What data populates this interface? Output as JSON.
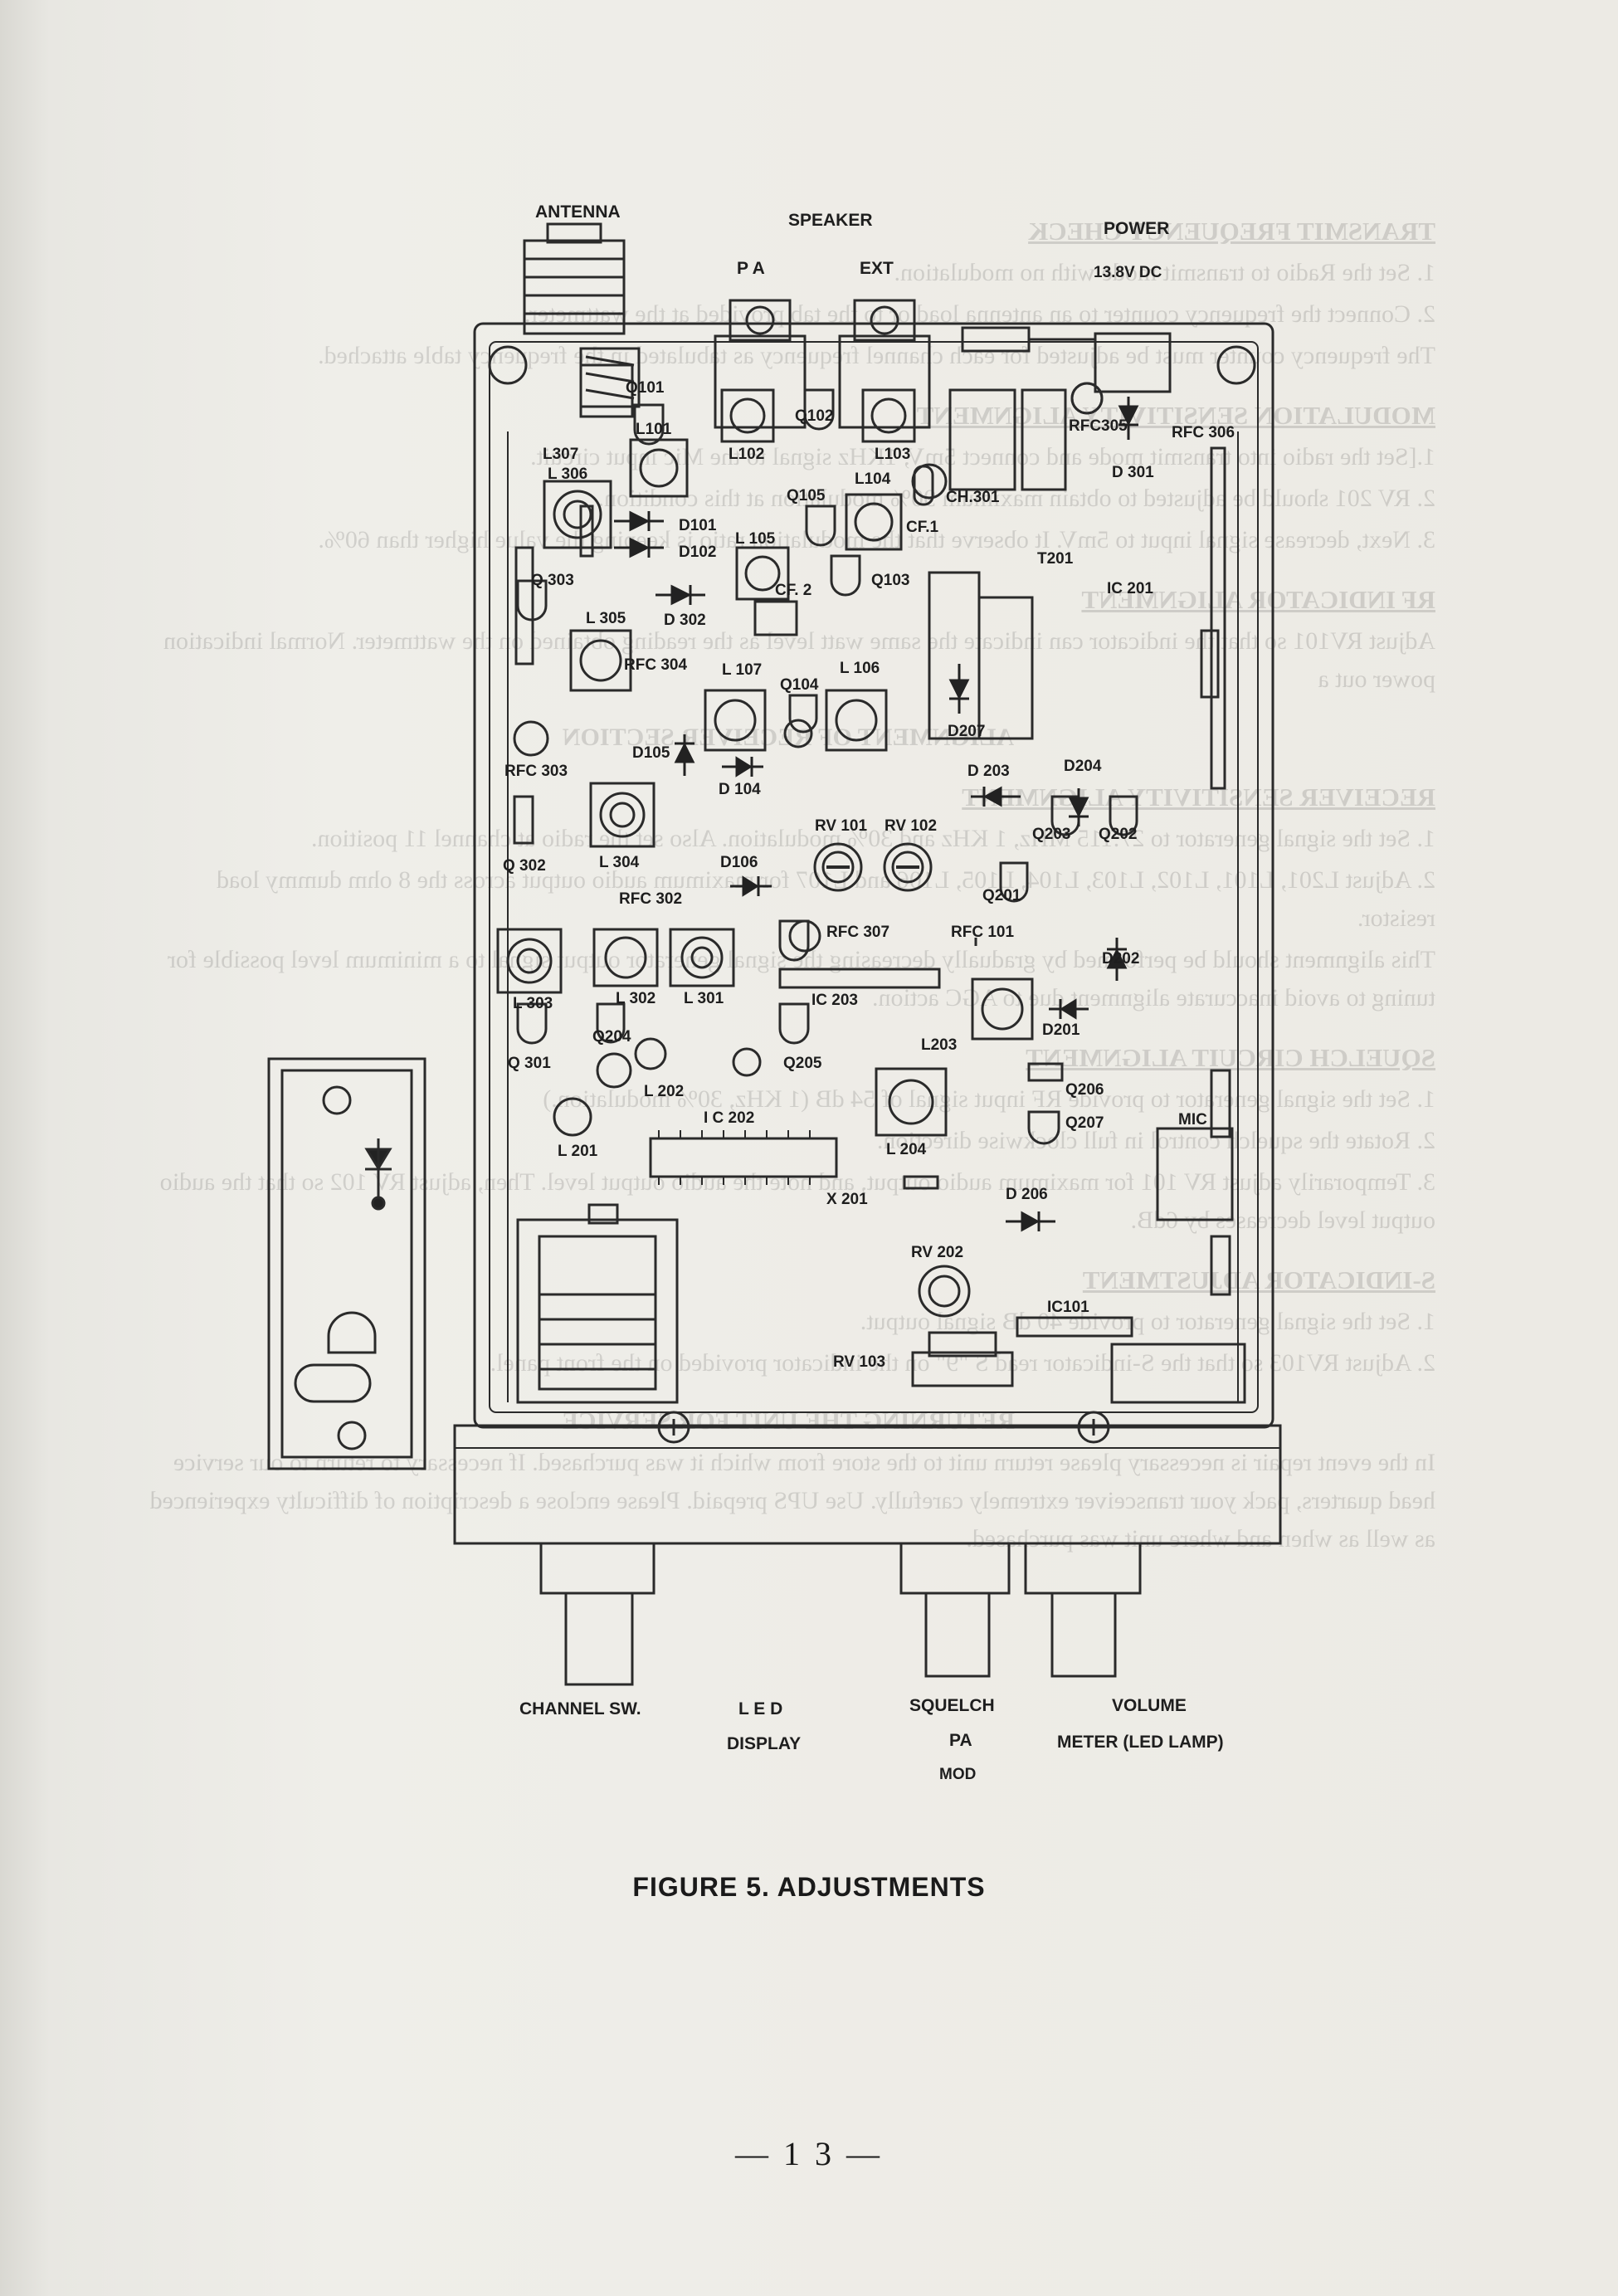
{
  "figure": {
    "caption": "FIGURE 5. ADJUSTMENTS",
    "page_number": "— 1 3 —"
  },
  "top_labels": {
    "antenna": "ANTENNA",
    "speaker": "SPEAKER",
    "pa": "P A",
    "ext": "EXT",
    "power": "POWER",
    "dc": "13.8V DC"
  },
  "bottom_labels": {
    "channel_sw": "CHANNEL SW.",
    "led": "L E D",
    "display": "DISPLAY",
    "squelch": "SQUELCH",
    "pa": "PA",
    "mod": "MOD",
    "volume": "VOLUME",
    "meter": "METER (LED LAMP)"
  },
  "components": {
    "L307": "L307",
    "Q101": "Q101",
    "L101": "L101",
    "L102": "L102",
    "Q102": "Q102",
    "L103": "L103",
    "RFC305": "RFC305",
    "RFC306": "RFC 306",
    "D301": "D 301",
    "CH301": "CH.301",
    "L306": "L 306",
    "Q105": "Q105",
    "L104": "L104",
    "CF1": "CF.1",
    "D101": "D101",
    "D102": "D102",
    "L105": "L 105",
    "T201": "T201",
    "Q303": "Q 303",
    "CF2": "CF. 2",
    "Q103": "Q103",
    "D302": "D 302",
    "IC201": "IC  201",
    "L305": "L 305",
    "L107": "L 107",
    "L106": "L 106",
    "Q104": "Q104",
    "RFC304": "RFC 304",
    "D207": "D207",
    "RFC303": "RFC 303",
    "D105": "D105",
    "D104": "D 104",
    "D203": "D 203",
    "D204": "D204",
    "Q203": "Q203",
    "Q202": "Q202",
    "RV101": "RV 101",
    "RV102": "RV 102",
    "L304": "L 304",
    "Q302": "Q 302",
    "D106": "D106",
    "RFC302": "RFC 302",
    "Q201": "Q201",
    "RFC307": "RFC 307",
    "RFC101": "RFC 101",
    "D202": "D202",
    "L303": "L 303",
    "L302": "L 302",
    "L301": "L 301",
    "IC203": "IC 203",
    "Q204": "Q204",
    "Q301": "Q 301",
    "L203": "L203",
    "D201": "D201",
    "Q205": "Q205",
    "L202": "L 202",
    "Q206": "Q206",
    "Q207": "Q207",
    "MIC": "MIC",
    "IC202": "I C  202",
    "L201": "L 201",
    "L204": "L 204",
    "X201": "X 201",
    "D206": "D 206",
    "RV202": "RV 202",
    "IC101": "IC101",
    "RV103": "RV 103"
  },
  "ghost_text": {
    "h1": "TRANSMIT FREQUENCY CHECK",
    "p1": "1. Set the Radio to transmit mode with no modulation.",
    "p2": "2. Connect the frequency counter to an antenna load or to the tab provided at the wattmeter.",
    "p3": "The frequency counter must be adjusted for each channel frequency as tabulated in the frequency table attached.",
    "h2": "MODULATION SENSITIVITY ALIGNMENT",
    "p4": "1.[Set the radio into transmit mode and connect 5mV, 1KHz signal to the Mic input circuit.",
    "p5": "2. RV 201 should be adjusted to obtain maximum 90% modulation at this condition.",
    "p6": "3. Next, decrease signal input to 5mV. It observe that the modulation ratio is keeping the value higher than 60%.",
    "h3": "RF INDICATOR ALIGNMENT",
    "p7": "Adjust RV101 so that the indicator can indicate the same watt level as the reading obtained on the wattmeter. Normal indication power out a",
    "h4": "ALIGNMENT OF RECEIVER SECTION",
    "h5": "RECEIVER SENSITIVITY ALIGNMENT",
    "p8": "1. Set the signal generator to 27.115 MHz, 1 KHz and 30% modulation. Also set the radio at channel 11 position.",
    "p9": "2. Adjust L201, L101, L102, L103, L104, L105, L106 and L107 for maximum audio output across the 8 ohm dummy load resistor.",
    "p10": "This alignment should be performed by gradually decreasing the signal generator output signal to a minimum level possible for tuning to avoid inaccurate alignment due to AGC action.",
    "h6": "SQUELCH CIRCUIT ALIGNMENT",
    "p11": "1. Set the signal generator to provide RF input signal of 54 dB (1 KHz, 30% modulation.)",
    "p12": "2. Rotate the squelch control in full clockwise direction.",
    "p13": "3. Temporarily adjust RV 101 for maximum audio output, and note the audio output level. Then, adjust RV 102 so that the audio output level decreases by 6dB.",
    "h7": "S-INDICATOR ADJUSTMENT",
    "p14": "1. Set the signal generator to provide 40 dB signal output.",
    "p15": "2. Adjust RV103 so that the S-indicator read S \"9\" on the indicator provided on the front panel.",
    "h8": "RETURNING THE UNIT FOR SERVICE",
    "p16": "In the event repair is necessary please return unit to the store from which it was purchased. If necessary to return to our service head quarters, pack your transceiver extremely carefully. Use UPS prepaid. Please enclose a description of difficulty experienced as well as when and where unit was purchased."
  }
}
